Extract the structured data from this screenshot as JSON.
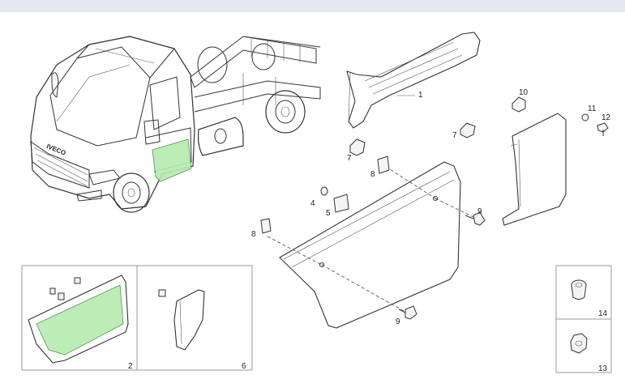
{
  "callouts": {
    "p1": "1",
    "p2": "2",
    "p4": "4",
    "p5": "5",
    "p6": "6",
    "p7a": "7",
    "p7b": "7",
    "p8a": "8",
    "p8b": "8",
    "p9a": "9",
    "p9b": "9",
    "p10": "10",
    "p11": "11",
    "p12": "12",
    "p13": "13",
    "p14": "14"
  },
  "colors": {
    "highlight": "#b6ecb0",
    "header_bar": "#e3e8f1"
  },
  "icons": {
    "vehicle": "truck-illustration",
    "logo_text": "IVECO"
  }
}
